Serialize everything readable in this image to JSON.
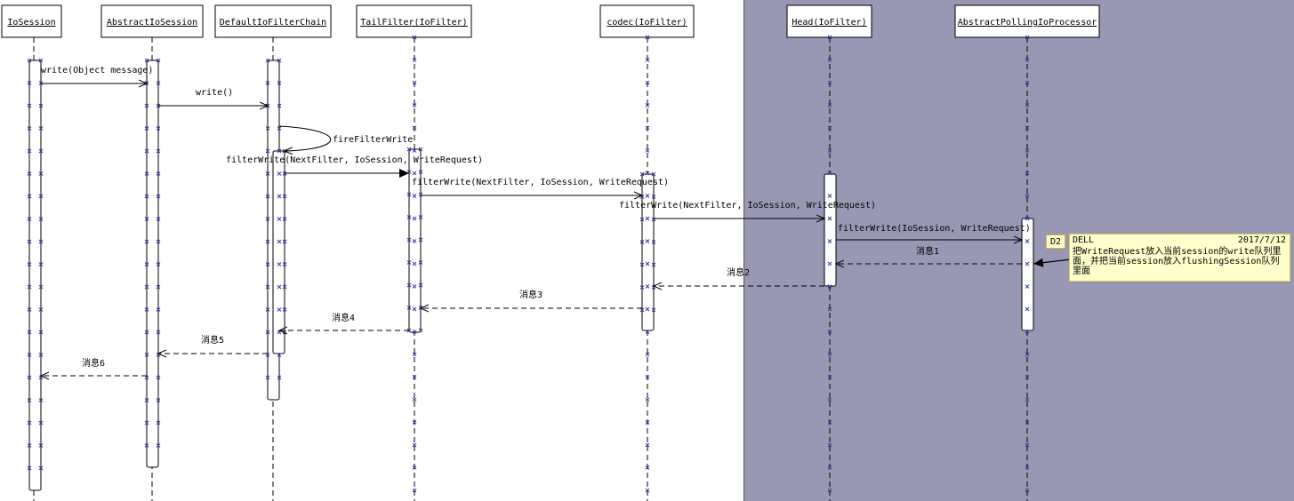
{
  "colors": {
    "right_panel_bg": "#9898b4",
    "activation_fill": "#ffffff",
    "line": "#000000",
    "marker": "#3a3aa0",
    "note_bg": "#ffffcc"
  },
  "participants": [
    {
      "id": "iosession",
      "label": "IoSession"
    },
    {
      "id": "abstractiosession",
      "label": "AbstractIoSession"
    },
    {
      "id": "chain",
      "label": "DefaultIoFilterChain"
    },
    {
      "id": "tail",
      "label": "TailFilter(IoFilter)"
    },
    {
      "id": "codec",
      "label": "codec(IoFilter)"
    },
    {
      "id": "head",
      "label": "Head(IoFilter)"
    },
    {
      "id": "processor",
      "label": "AbstractPollingIoProcessor"
    }
  ],
  "messages": [
    {
      "label": "write(Object message)"
    },
    {
      "label": "write()"
    },
    {
      "label": "fireFilterWrite"
    },
    {
      "label": "filterWrite(NextFilter, IoSession, WriteRequest)"
    },
    {
      "label": "filterWrite(NextFilter, IoSession, WriteRequest)"
    },
    {
      "label": "filterWrite(NextFilter, IoSession, WriteRequest)"
    },
    {
      "label": "filterWrite(IoSession, WriteRequest)"
    },
    {
      "label": "消息1"
    },
    {
      "label": "消息2"
    },
    {
      "label": "消息3"
    },
    {
      "label": "消息4"
    },
    {
      "label": "消息5"
    },
    {
      "label": "消息6"
    }
  ],
  "note": {
    "tag": "D2",
    "author": "DELL",
    "date": "2017/7/12",
    "text": "把WriteRequest放入当前session的write队列里面，并把当前session放入flushingSession队列里面"
  }
}
